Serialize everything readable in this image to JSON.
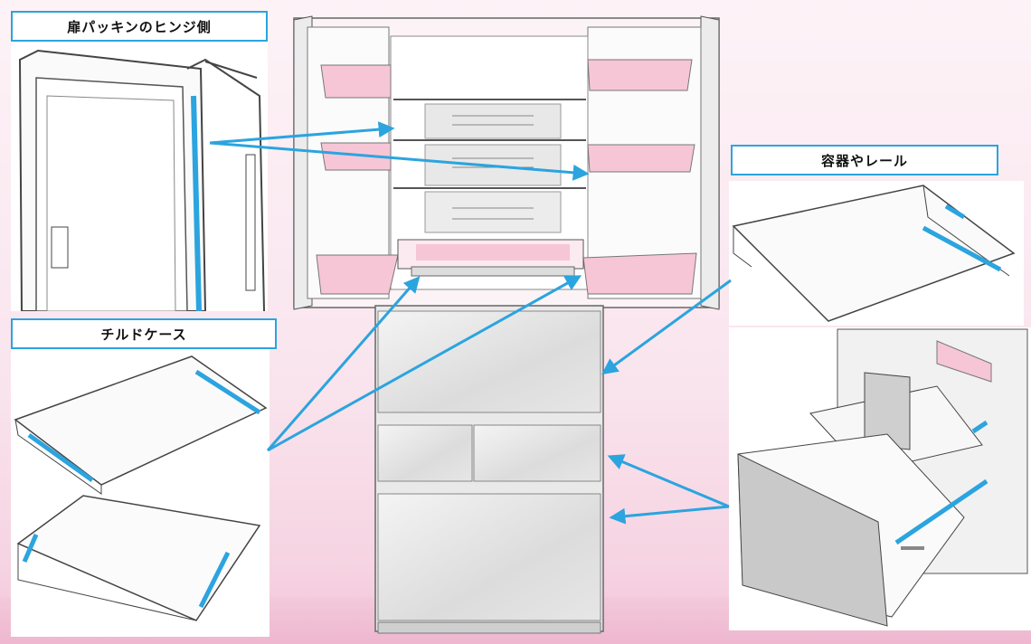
{
  "labels": {
    "door_gasket": "扉パッキンのヒンジ側",
    "containers_rails": "容器やレール",
    "chilled_case": "チルドケース"
  },
  "colors": {
    "accent_blue": "#2ba4df",
    "pink_bg": "#f8e1eb",
    "pink_part": "#f6c6d6",
    "line_gray": "#555555"
  }
}
